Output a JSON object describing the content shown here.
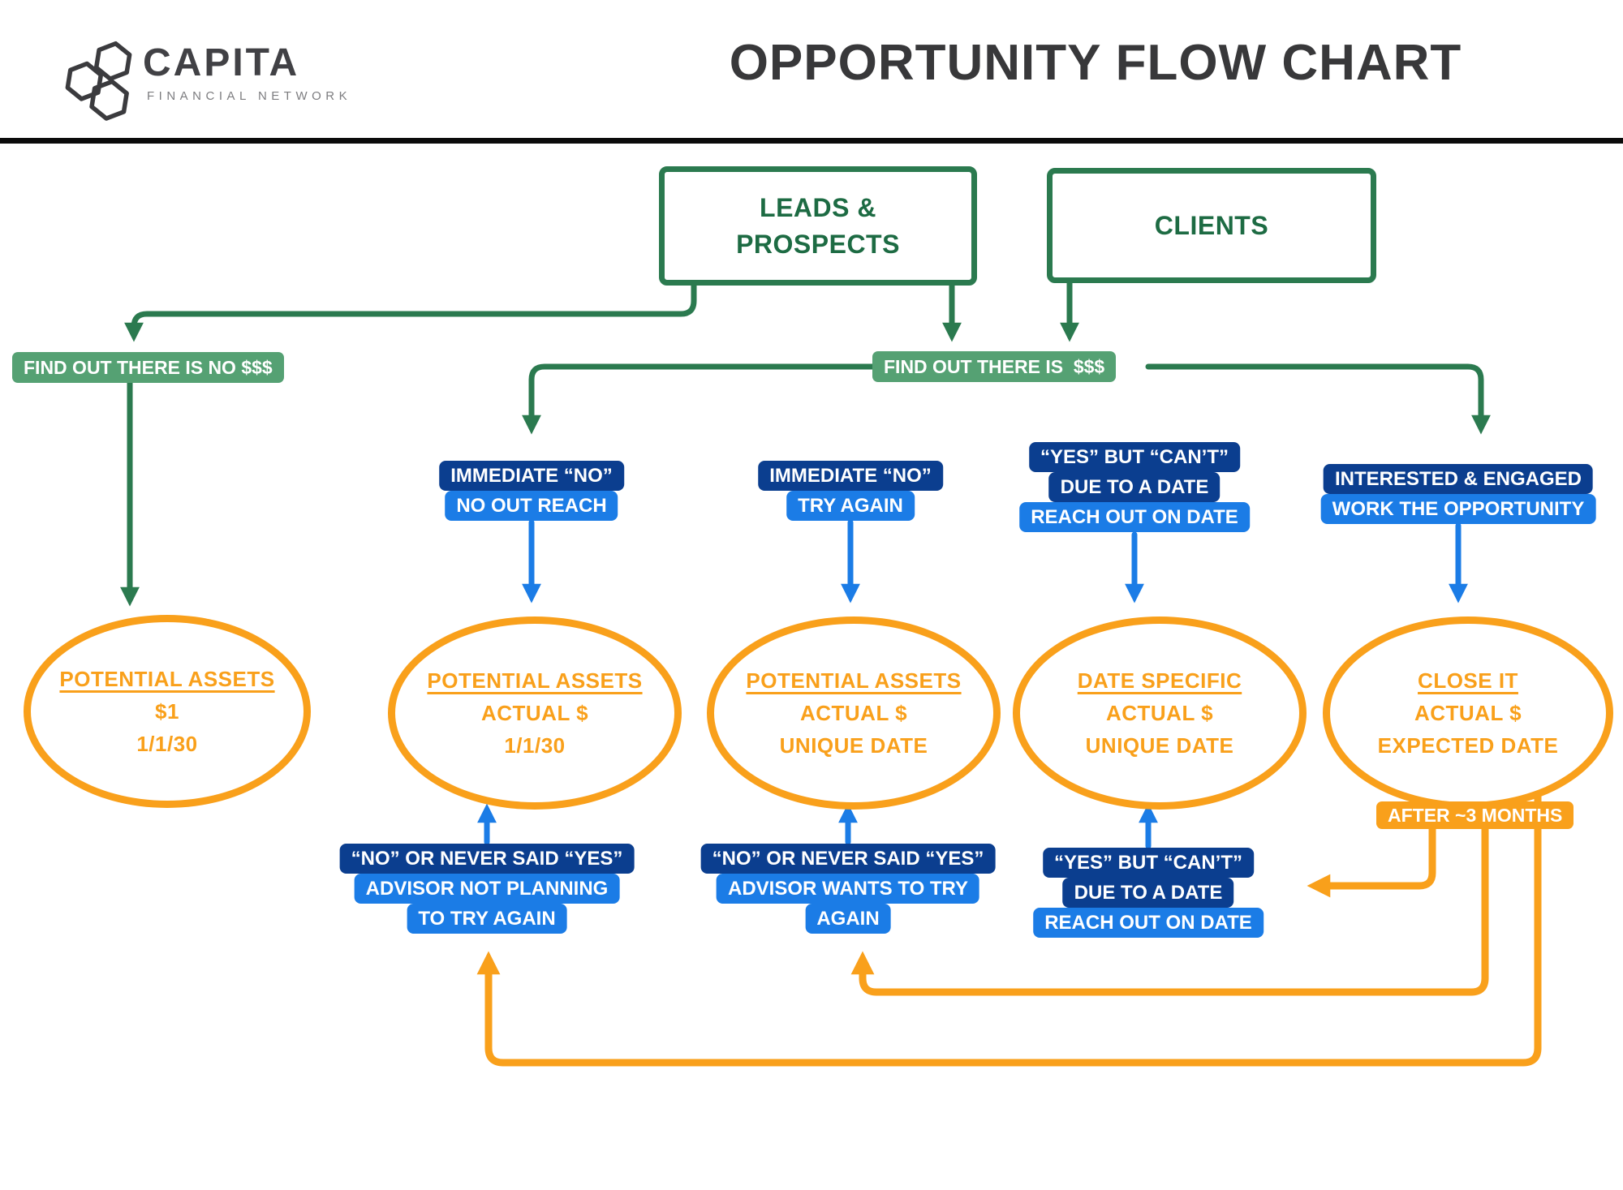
{
  "header": {
    "brand": "CAPITA",
    "brand_tagline": "FINANCIAL NETWORK",
    "logo_icon": "hexagon-cluster",
    "title": "OPPORTUNITY FLOW CHART"
  },
  "colors": {
    "green_dark": "#2b7a4f",
    "green_pill": "#55a173",
    "navy": "#0b3e8f",
    "blue": "#1b7ce6",
    "orange": "#f9a01b",
    "title_gray": "#38383a"
  },
  "chart": {
    "source_boxes": [
      {
        "label": "LEADS & PROSPECTS"
      },
      {
        "label": "CLIENTS"
      }
    ],
    "branch_pills": [
      {
        "text": "FIND OUT THERE IS NO $$$"
      },
      {
        "text": "FIND OUT THERE IS  $$$"
      }
    ],
    "top_labels": [
      {
        "line1": "IMMEDIATE “NO”",
        "line2": "NO OUT REACH"
      },
      {
        "line1": "IMMEDIATE “NO”",
        "line2": "TRY AGAIN"
      },
      {
        "line1": "“YES” BUT “CAN’T”",
        "line2": "DUE TO A DATE",
        "line3": "REACH OUT ON DATE"
      },
      {
        "line1": "INTERESTED & ENGAGED",
        "line2": "WORK THE OPPORTUNITY"
      }
    ],
    "ellipses": [
      {
        "title": "POTENTIAL ASSETS",
        "line2": "$1",
        "line3": "1/1/30"
      },
      {
        "title": "POTENTIAL ASSETS",
        "line2": "ACTUAL $",
        "line3": "1/1/30"
      },
      {
        "title": "POTENTIAL ASSETS",
        "line2": "ACTUAL $",
        "line3": "UNIQUE DATE"
      },
      {
        "title": "DATE SPECIFIC",
        "line2": "ACTUAL $",
        "line3": "UNIQUE DATE"
      },
      {
        "title": "CLOSE IT",
        "line2": "ACTUAL $",
        "line3": "EXPECTED DATE"
      }
    ],
    "bottom_labels": [
      {
        "line1": "“NO” OR NEVER SAID “YES”",
        "line2": "ADVISOR NOT PLANNING",
        "line3": "TO TRY AGAIN"
      },
      {
        "line1": "“NO” OR NEVER SAID “YES”",
        "line2": "ADVISOR WANTS TO TRY",
        "line3": "AGAIN"
      },
      {
        "line1": "“YES” BUT “CAN’T”",
        "line2": "DUE TO A DATE",
        "line3": "REACH OUT ON DATE"
      }
    ],
    "loop_label": "AFTER ~3 MONTHS",
    "edges": [
      {
        "from": "leads-prospects",
        "to": "find-out-no-money",
        "color": "green"
      },
      {
        "from": "find-out-no-money",
        "to": "ellipse-1",
        "color": "green"
      },
      {
        "from": "leads-prospects",
        "to": "find-out-money",
        "color": "green"
      },
      {
        "from": "clients",
        "to": "find-out-money",
        "color": "green"
      },
      {
        "from": "find-out-money",
        "to": "top-label-1",
        "color": "green"
      },
      {
        "from": "find-out-money",
        "to": "top-label-2",
        "color": "green"
      },
      {
        "from": "find-out-money",
        "to": "top-label-3",
        "color": "green"
      },
      {
        "from": "find-out-money",
        "to": "top-label-4",
        "color": "green"
      },
      {
        "from": "top-label-1",
        "to": "ellipse-2",
        "color": "blue"
      },
      {
        "from": "top-label-2",
        "to": "ellipse-3",
        "color": "blue"
      },
      {
        "from": "top-label-3",
        "to": "ellipse-4",
        "color": "blue"
      },
      {
        "from": "top-label-4",
        "to": "ellipse-5",
        "color": "blue"
      },
      {
        "from": "bottom-label-1",
        "to": "ellipse-2",
        "color": "blue"
      },
      {
        "from": "bottom-label-2",
        "to": "ellipse-3",
        "color": "blue"
      },
      {
        "from": "bottom-label-3",
        "to": "ellipse-4",
        "color": "blue"
      },
      {
        "from": "close-it",
        "to": "bottom-label-3",
        "color": "orange",
        "via": "after-3-months"
      },
      {
        "from": "close-it",
        "to": "bottom-label-2",
        "color": "orange",
        "via": "after-3-months"
      },
      {
        "from": "close-it",
        "to": "bottom-label-1",
        "color": "orange",
        "via": "after-3-months"
      }
    ]
  }
}
